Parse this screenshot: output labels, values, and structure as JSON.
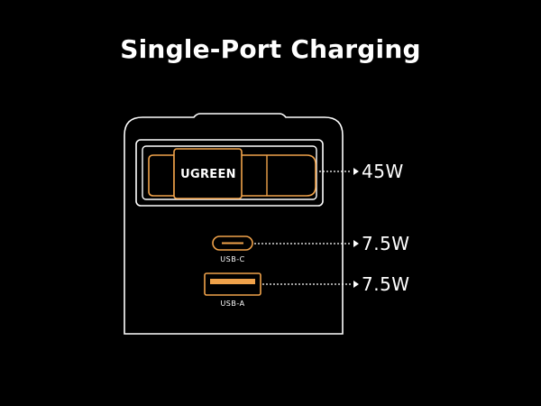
{
  "title": "Single-Port Charging",
  "brand": "UGREEN",
  "ports": [
    {
      "name": "USB-C",
      "label": "USB-C",
      "watt": "7.5W"
    },
    {
      "name": "USB-A",
      "label": "USB-A",
      "watt": "7.5W"
    }
  ],
  "top_port": {
    "watt": "45W"
  },
  "colors": {
    "background": "#000000",
    "outline": "#ffffff",
    "accent": "#f0a24a"
  }
}
